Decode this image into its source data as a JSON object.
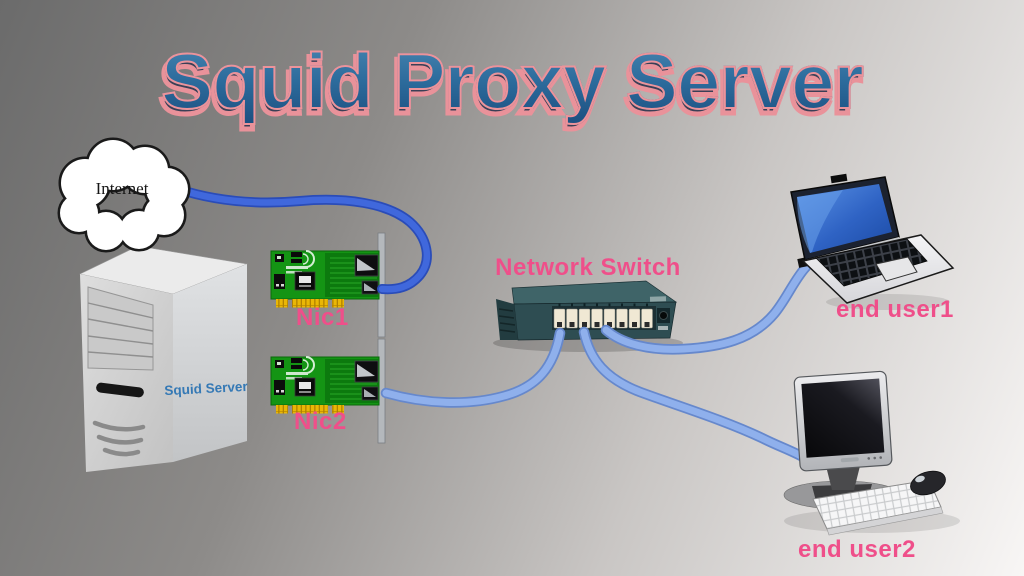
{
  "title": "Squid Proxy Server",
  "labels": {
    "internet": "Internet",
    "server": "Squid Server",
    "nic1": "Nic1",
    "nic2": "Nic2",
    "switch": "Network Switch",
    "user1": "end user1",
    "user2": "end user2"
  },
  "colors": {
    "title_fill": "#2c6b9c",
    "title_outline": "#ec939a",
    "title_shadow": "#3a3f56",
    "label_pink": "#ef4f8a",
    "server_label_blue": "#3579b5",
    "wan_cable_blue": "#4068dc",
    "lan_cable_blue": "#8fb0ec",
    "nic_pcb_green": "#149414",
    "switch_teal": "#2e4d52",
    "background_start": "#6b6b6b",
    "background_end": "#f8f6f5"
  },
  "diagram": {
    "type": "network-topology",
    "nodes": [
      "Internet",
      "Squid Server",
      "Nic1",
      "Nic2",
      "Network Switch",
      "end user1",
      "end user2"
    ],
    "connections": [
      {
        "from": "Internet",
        "to": "Nic1"
      },
      {
        "from": "Nic2",
        "to": "Network Switch"
      },
      {
        "from": "Network Switch",
        "to": "end user1"
      },
      {
        "from": "Network Switch",
        "to": "end user2"
      }
    ]
  }
}
